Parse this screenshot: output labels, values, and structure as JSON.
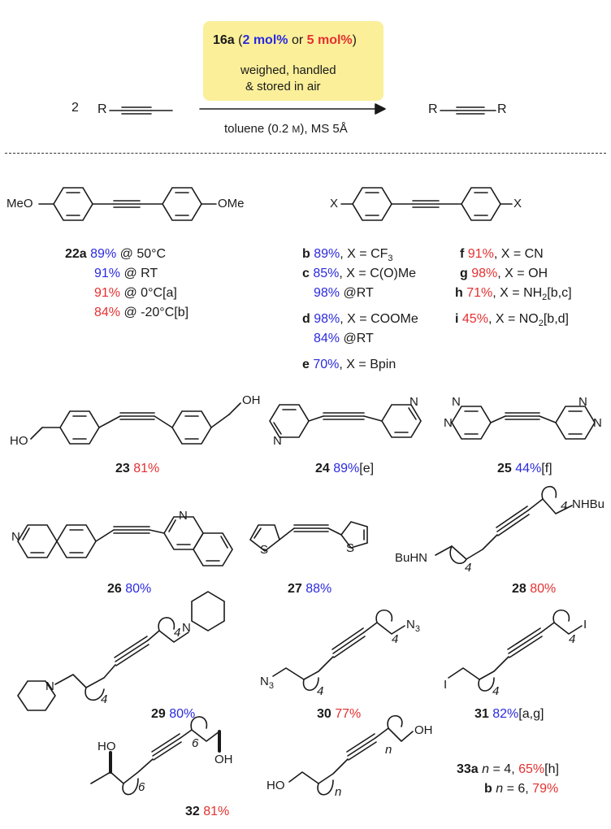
{
  "reaction": {
    "coefficient": "2",
    "substrate": "R",
    "product_left": "R",
    "product_right": "R",
    "catalyst_name": "16a",
    "catalyst_open": " (",
    "loading_low": "2 mol%",
    "loading_or": " or ",
    "loading_high": "5 mol%",
    "catalyst_close": ")",
    "note_line1": "weighed, handled",
    "note_line2": "& stored in air",
    "conditions_pre": "toluene (0.2 ",
    "conditions_unit": "M",
    "conditions_post": "), MS 5Å"
  },
  "compounds": {
    "c22": {
      "atom_left": "MeO",
      "atom_right": "OMe",
      "rows": [
        {
          "id": "22a",
          "yield": "89%",
          "color": "blue",
          "text": " @ 50°C"
        },
        {
          "id": "",
          "yield": "91%",
          "color": "blue",
          "text": " @ RT"
        },
        {
          "id": "",
          "yield": "91%",
          "color": "red",
          "text": " @ 0°C[a]"
        },
        {
          "id": "",
          "yield": "84%",
          "color": "red",
          "text": " @ -20°C[b]"
        }
      ]
    },
    "cX": {
      "atom_left": "X",
      "atom_right": "X",
      "left_rows": [
        {
          "id": "b",
          "yield": "89%",
          "color": "blue",
          "text": ", X = CF",
          "sub": "3",
          "tail": ""
        },
        {
          "id": "c",
          "yield": "85%",
          "color": "blue",
          "text": ", X = C(O)Me",
          "sub": "",
          "tail": ""
        },
        {
          "id": "",
          "yield": "98%",
          "color": "blue",
          "text": " @RT",
          "sub": "",
          "tail": ""
        },
        {
          "id": "d",
          "yield": "98%",
          "color": "blue",
          "text": ", X = COOMe",
          "sub": "",
          "tail": ""
        },
        {
          "id": "",
          "yield": "84%",
          "color": "blue",
          "text": " @RT",
          "sub": "",
          "tail": ""
        },
        {
          "id": "e",
          "yield": "70%",
          "color": "blue",
          "text": ", X = Bpin",
          "sub": "",
          "tail": ""
        }
      ],
      "right_rows": [
        {
          "id": "f",
          "yield": "91%",
          "color": "red",
          "text": ", X = CN",
          "sub": "",
          "tail": ""
        },
        {
          "id": "g",
          "yield": "98%",
          "color": "red",
          "text": ", X = OH",
          "sub": "",
          "tail": ""
        },
        {
          "id": "h",
          "yield": "71%",
          "color": "red",
          "text": ", X = NH",
          "sub": "2",
          "tail": "[b,c]"
        },
        {
          "id": "i",
          "yield": "45%",
          "color": "red",
          "text": ", X = NO",
          "sub": "2",
          "tail": "[b,d]"
        }
      ]
    },
    "c23": {
      "id": "23",
      "yield": "81%",
      "color": "red",
      "note": "",
      "atom_left": "HO",
      "atom_right": "OH"
    },
    "c24": {
      "id": "24",
      "yield": "89%",
      "color": "blue",
      "note": "[e]",
      "atom_n": "N"
    },
    "c25": {
      "id": "25",
      "yield": "44%",
      "color": "blue",
      "note": "[f]",
      "atom_n": "N"
    },
    "c26": {
      "id": "26",
      "yield": "80%",
      "color": "blue",
      "note": "",
      "atom_n": "N"
    },
    "c27": {
      "id": "27",
      "yield": "88%",
      "color": "blue",
      "note": "",
      "atom_s": "S"
    },
    "c28": {
      "id": "28",
      "yield": "80%",
      "color": "red",
      "note": "",
      "atom_left": "BuHN",
      "atom_right": "NHBu",
      "n": "4"
    },
    "c29": {
      "id": "29",
      "yield": "80%",
      "color": "blue",
      "note": "",
      "atom_n": "N",
      "n": "4"
    },
    "c30": {
      "id": "30",
      "yield": "77%",
      "color": "red",
      "note": "",
      "atom_left": "N",
      "atom_right": "N",
      "sub": "3",
      "n": "4"
    },
    "c31": {
      "id": "31",
      "yield": "82%",
      "color": "blue",
      "note": "[a,g]",
      "atom_left": "I",
      "atom_right": "I",
      "n": "4"
    },
    "c32": {
      "id": "32",
      "yield": "81%",
      "color": "red",
      "note": "",
      "atom_ho": "HO",
      "atom_oh": "OH",
      "n": "6"
    },
    "c33": {
      "atom_left": "HO",
      "atom_right": "OH",
      "n": "n",
      "rows": [
        {
          "id": "33a",
          "var": "n",
          "text": " = 4, ",
          "yield": "65%",
          "color": "red",
          "note": "[h]"
        },
        {
          "id": "b",
          "var": "n",
          "text": " = 6, ",
          "yield": "79%",
          "color": "red",
          "note": ""
        }
      ]
    }
  }
}
